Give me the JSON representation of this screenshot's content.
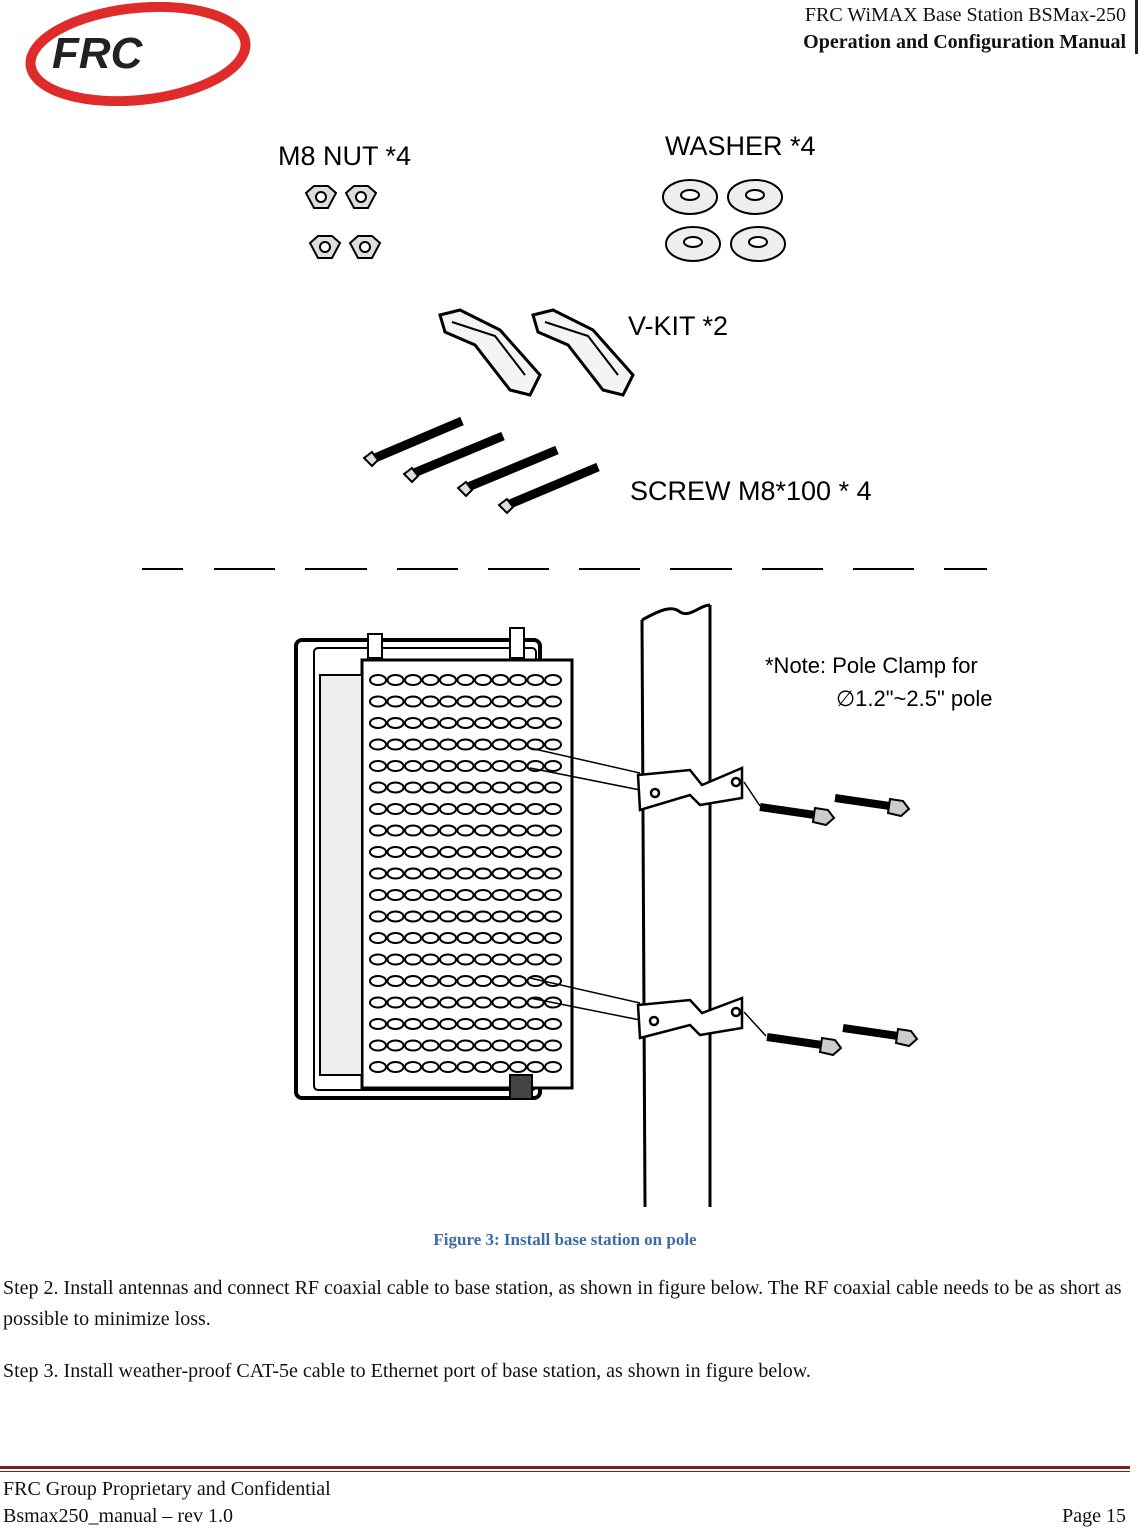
{
  "header": {
    "line1": "FRC WiMAX Base Station BSMax-250",
    "line2": "Operation and Configuration Manual",
    "logo_text": "FRC",
    "logo_color": "#e02b2b"
  },
  "figure": {
    "labels": {
      "nut": "M8 NUT *4",
      "washer": "WASHER *4",
      "vkit": "V-KIT *2",
      "screw": "SCREW M8*100 * 4",
      "note_line1": "*Note: Pole Clamp for",
      "note_line2": "∅1.2\"~2.5\" pole"
    },
    "caption": "Figure 3: Install base station on pole"
  },
  "body": {
    "step2": "Step 2. Install antennas and connect RF coaxial cable to base station, as shown in figure below. The RF coaxial cable needs to be as short as possible to minimize loss.",
    "step3": "Step 3. Install weather-proof CAT-5e cable to Ethernet port of base station, as shown in figure below."
  },
  "footer": {
    "line1": "FRC Group Proprietary and Confidential",
    "line2": "Bsmax250_manual – rev 1.0",
    "page": "Page 15"
  },
  "colors": {
    "caption": "#3b6aa6",
    "footer_rule": "#7a1e1e"
  }
}
